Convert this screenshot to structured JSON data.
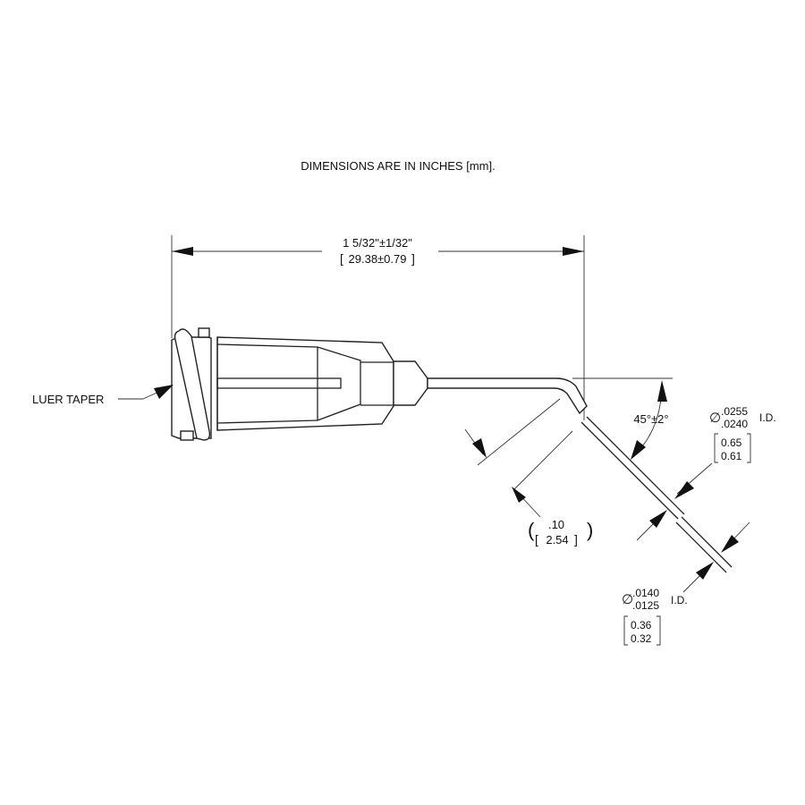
{
  "title": "DIMENSIONS ARE IN INCHES [mm].",
  "length_dim": {
    "inch": "1 5/32\"±1/32\"",
    "mm": "29.38±0.79"
  },
  "luer_label": "LUER TAPER",
  "angle_dim": "45°±2°",
  "od_dim": {
    "symbol": "∅",
    "upper": ".0255",
    "lower": ".0240",
    "suffix": "I.D.",
    "mm_upper": "0.65",
    "mm_lower": "0.61"
  },
  "id_dim": {
    "symbol": "∅",
    "upper": ".0140",
    "lower": ".0125",
    "suffix": "I.D.",
    "mm_upper": "0.36",
    "mm_lower": "0.32"
  },
  "bend_dim": {
    "inch": ".10",
    "mm": "2.54"
  }
}
